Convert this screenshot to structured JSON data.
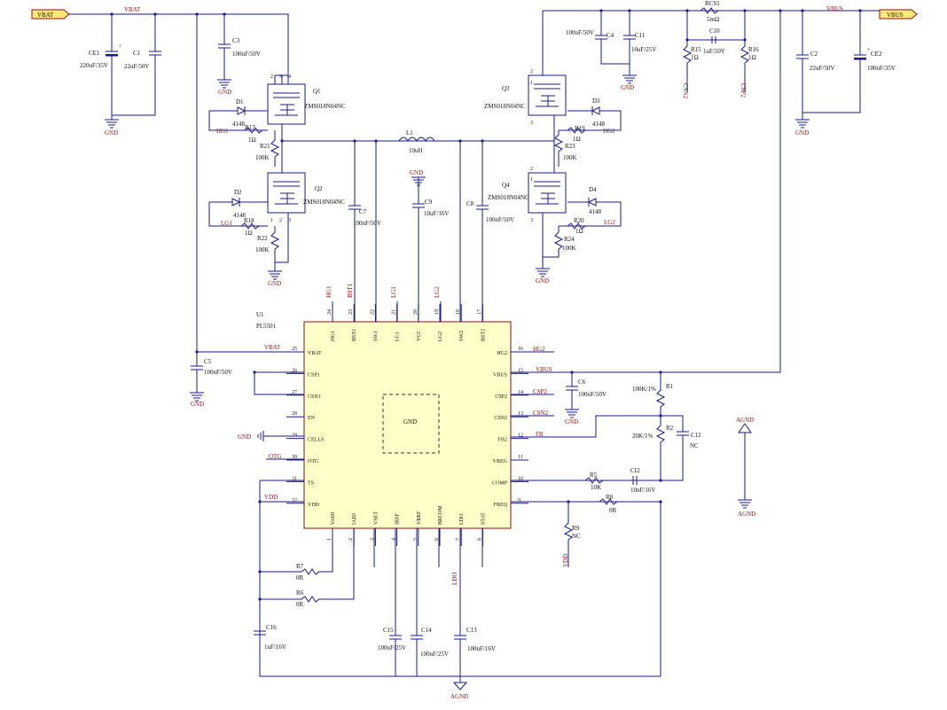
{
  "ports": {
    "vbat": "VBAT",
    "vbus": "VBUS"
  },
  "ic": {
    "ref": "U1",
    "part": "PL5501",
    "center": "GND",
    "left_pins": [
      {
        "num": "25",
        "name": "VBAT"
      },
      {
        "num": "26",
        "name": "CSP1"
      },
      {
        "num": "27",
        "name": "CSN1"
      },
      {
        "num": "28",
        "name": "EN"
      },
      {
        "num": "29",
        "name": "CELLS"
      },
      {
        "num": "30",
        "name": "OTG"
      },
      {
        "num": "31",
        "name": "TS"
      },
      {
        "num": "32",
        "name": "VDD"
      }
    ],
    "right_pins": [
      {
        "num": "16",
        "name": "HG2"
      },
      {
        "num": "15",
        "name": "VBUS"
      },
      {
        "num": "14",
        "name": "CSP2"
      },
      {
        "num": "13",
        "name": "CSN2"
      },
      {
        "num": "12",
        "name": "FB2"
      },
      {
        "num": "11",
        "name": "VREG"
      },
      {
        "num": "10",
        "name": "COMP"
      },
      {
        "num": "9",
        "name": "FREQ"
      }
    ],
    "top_pins": [
      {
        "num": "24",
        "name": "HG1"
      },
      {
        "num": "23",
        "name": "BST1"
      },
      {
        "num": "22",
        "name": "SW1"
      },
      {
        "num": "21",
        "name": "LG1"
      },
      {
        "num": "20",
        "name": "VCC"
      },
      {
        "num": "19",
        "name": "LG2"
      },
      {
        "num": "18",
        "name": "SW2"
      },
      {
        "num": "17",
        "name": "BST2"
      }
    ],
    "bottom_pins": [
      {
        "num": "1",
        "name": "VADJ"
      },
      {
        "num": "2",
        "name": "IADJ"
      },
      {
        "num": "3",
        "name": "VSET"
      },
      {
        "num": "4",
        "name": "IREF"
      },
      {
        "num": "5",
        "name": "VREF"
      },
      {
        "num": "6",
        "name": "BRCOM"
      },
      {
        "num": "7",
        "name": "LDO"
      },
      {
        "num": "8",
        "name": "STAT"
      }
    ]
  },
  "nets": {
    "vbat_top": "VBAT",
    "vbus_top": "VBUS",
    "vbat_pin": "VBAT",
    "vbus_pin": "VBUS",
    "hg1": "HG1",
    "lg1": "LG1",
    "hg2": "HG2",
    "lg2": "LG2",
    "hg1_pin": "HG1",
    "bst1_pin": "BST1",
    "lg1_pin": "LG1",
    "lg2_pin": "LG2",
    "hg2_pin": "HG2",
    "csp2_pin": "CSP2",
    "csn2_pin": "CSN2",
    "fb_pin": "FB",
    "otg": "OTG",
    "vdd": "VDD",
    "vdd_r9": "VDD",
    "ldo": "LDO",
    "csn2_top": "CSN2",
    "csp2_top": "CSP2",
    "cells_gnd": "GND"
  },
  "grounds": {
    "gnd": "GND",
    "agnd": "AGND"
  },
  "components": {
    "ce1": {
      "ref": "CE1",
      "value": "220uF/35V"
    },
    "c1": {
      "ref": "C1",
      "value": "22uF/50V"
    },
    "c3": {
      "ref": "C3",
      "value": "100nF/50V"
    },
    "q1": {
      "ref": "Q1",
      "value": "ZMS018N04NC"
    },
    "q2": {
      "ref": "Q2",
      "value": "ZMS018N04NC"
    },
    "q3": {
      "ref": "Q3",
      "value": "ZMS018N04NC"
    },
    "q4": {
      "ref": "Q4",
      "value": "ZMS018N04NC"
    },
    "d1": {
      "ref": "D1",
      "value": "4148"
    },
    "d2": {
      "ref": "D2",
      "value": "4148"
    },
    "d3": {
      "ref": "D3",
      "value": "4148"
    },
    "d4": {
      "ref": "D4",
      "value": "4148"
    },
    "r17": {
      "ref": "R17",
      "value": "1Ω"
    },
    "r18": {
      "ref": "R18",
      "value": "1Ω"
    },
    "r19": {
      "ref": "R19",
      "value": "1Ω"
    },
    "r20": {
      "ref": "R20",
      "value": "1Ω"
    },
    "r21": {
      "ref": "R21",
      "value": "100K"
    },
    "r22": {
      "ref": "R22",
      "value": "100K"
    },
    "r23": {
      "ref": "R23",
      "value": "100K"
    },
    "r24": {
      "ref": "R24",
      "value": "100K"
    },
    "l1": {
      "ref": "L1",
      "value": "10uH"
    },
    "c7": {
      "ref": "C7",
      "value": "100nF/50V"
    },
    "c9": {
      "ref": "C9",
      "value": "10uF/16V"
    },
    "c8": {
      "ref": "C8",
      "value": "100nF/50V"
    },
    "c4": {
      "ref": "C4",
      "value": "100nF/50V"
    },
    "c11": {
      "ref": "C11",
      "value": "10uF/25V"
    },
    "rcs1": {
      "ref": "RCS1",
      "value": "5mΩ"
    },
    "c10": {
      "ref": "C10",
      "value": "1uF/50V"
    },
    "r15": {
      "ref": "R15",
      "value": "1Ω"
    },
    "r16": {
      "ref": "R16",
      "value": "1Ω"
    },
    "c2": {
      "ref": "C2",
      "value": "22uF/50V"
    },
    "ce2": {
      "ref": "CE2",
      "value": "100uF/35V"
    },
    "c5": {
      "ref": "C5",
      "value": "100nF/50V"
    },
    "c6": {
      "ref": "C6",
      "value": "100nF/50V"
    },
    "r1": {
      "ref": "R1",
      "value": "100K/1%"
    },
    "r2": {
      "ref": "R2",
      "value": "20K/1%"
    },
    "c12": {
      "ref": "C12",
      "value": "NC"
    },
    "r5": {
      "ref": "R5",
      "value": "10K"
    },
    "ci2": {
      "ref": "CI2",
      "value": "10nF/16V"
    },
    "r8": {
      "ref": "R8",
      "value": "0R"
    },
    "r9": {
      "ref": "R9",
      "value": "NC"
    },
    "r7": {
      "ref": "R7",
      "value": "0R"
    },
    "r6": {
      "ref": "R6",
      "value": "0R"
    },
    "c16": {
      "ref": "C16",
      "value": "1uF/16V"
    },
    "c15": {
      "ref": "C15",
      "value": "100nF/25V"
    },
    "c14": {
      "ref": "C14",
      "value": "100nF/25V"
    },
    "c13": {
      "ref": "C13",
      "value": "100nF/16V"
    }
  },
  "colors": {
    "wire": "#1a1a8c",
    "ic_fill": "#ffffc8",
    "ic_border": "#8b1010",
    "net_label": "#8b1010",
    "port_fill": "#ffe87a"
  }
}
